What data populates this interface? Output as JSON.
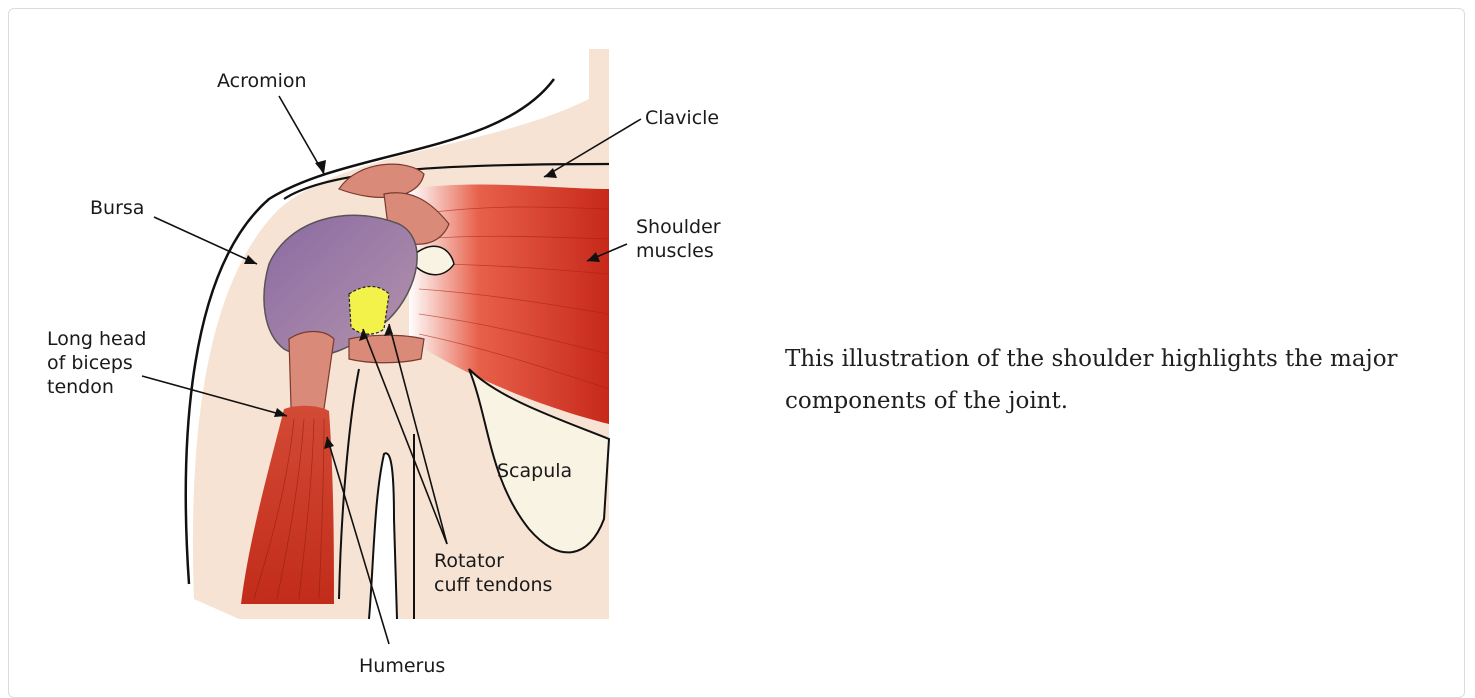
{
  "figure": {
    "labels": {
      "acromion": "Acromion",
      "clavicle": "Clavicle",
      "bursa": "Bursa",
      "shoulder_muscles": "Shoulder\nmuscles",
      "long_head_biceps": "Long head\nof biceps\ntendon",
      "scapula": "Scapula",
      "rotator_cuff": "Rotator\ncuff tendons",
      "humerus": "Humerus"
    }
  },
  "caption": "This illustration of the shoulder highlights the major components of the joint.",
  "colors": {
    "skin": "#f6e3d3",
    "muscle": "#c92f1e",
    "tendon": "#d98a78",
    "bursa": "#a583a8",
    "bone": "#f9f3e3",
    "highlight": "#f2f24a"
  }
}
